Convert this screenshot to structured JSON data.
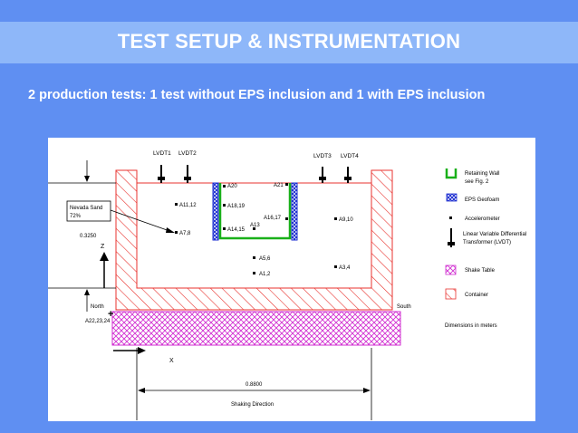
{
  "slide": {
    "title": "TEST SETUP & INSTRUMENTATION",
    "subtitle": "2 production tests: 1 test without EPS inclusion and 1 with EPS inclusion"
  },
  "diagram": {
    "lvdt_labels": [
      "LVDT1",
      "LVDT2",
      "LVDT3",
      "LVDT4"
    ],
    "sensor_labels": {
      "a20": "A20",
      "a21": "A21",
      "a11_12": "A11,12",
      "a18_19": "A18,19",
      "a7_8": "A7,8",
      "a14_15": "A14,15",
      "a13": "A13",
      "a16_17": "A16,17",
      "a9_10": "A9,10",
      "a5_6": "A5,6",
      "a1_2": "A1,2",
      "a3_4": "A3,4",
      "a22_23_24": "A22,23,24"
    },
    "material_label_1": "Nevada Sand",
    "material_label_2": "72%",
    "height_dim": "0.3250",
    "length_dim": "0.8800",
    "axis_z": "Z",
    "axis_x": "X",
    "north": "North",
    "south": "South",
    "shaking_direction": "Shaking Direction",
    "legend": {
      "retaining_wall_1": "Retaining Wall",
      "retaining_wall_2": "see Fig. 2",
      "eps_geofoam": "EPS Geofoam",
      "accelerometer": "Accelerometer",
      "lvdt_1": "Linear Variable Differential",
      "lvdt_2": "Transformer (LVDT)",
      "shake_table": "Shake Table",
      "container": "Container",
      "dimensions": "Dimensions in meters"
    },
    "colors": {
      "container_hatch": "#e8332f",
      "retaining_wall": "#19b019",
      "eps": "#1a2bd0",
      "shake_table": "#d12fd1"
    }
  }
}
